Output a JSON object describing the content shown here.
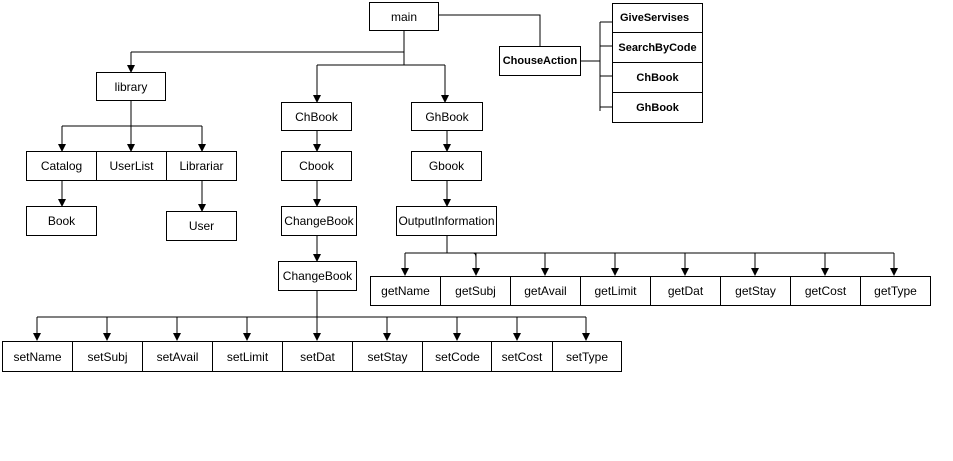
{
  "nodes": {
    "main": "main",
    "library": "library",
    "catalog": "Catalog",
    "userlist": "UserList",
    "librariar": "Librariar",
    "book": "Book",
    "user": "User",
    "chbook": "ChBook",
    "cbook": "Cbook",
    "changebook1": "ChangeBook",
    "changebook2": "ChangeBook",
    "ghbook": "GhBook",
    "gbook": "Gbook",
    "outputinformation": "OutputInformation",
    "chouseaction": "ChouseAction",
    "giveservises": "GiveServises",
    "searchbycode": "SearchByCode",
    "action_chbook": "ChBook",
    "action_ghbook": "GhBook"
  },
  "getters": [
    "getName",
    "getSubj",
    "getAvail",
    "getLimit",
    "getDat",
    "getStay",
    "getCost",
    "getType"
  ],
  "setters": [
    "setName",
    "setSubj",
    "setAvail",
    "setLimit",
    "setDat",
    "setStay",
    "setCode",
    "setCost",
    "setType"
  ],
  "colors": {
    "stroke": "#000000",
    "fill": "#ffffff"
  }
}
